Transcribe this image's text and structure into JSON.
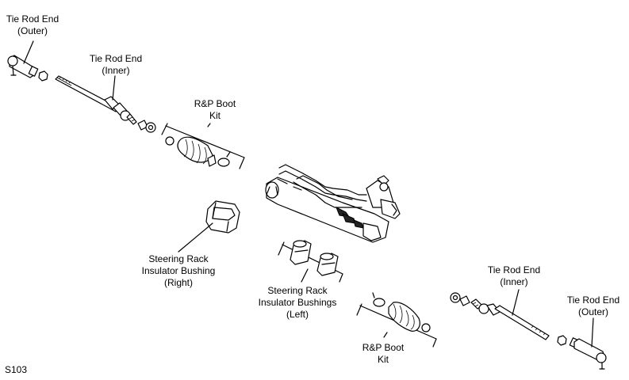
{
  "figure_code": "S103",
  "labels": {
    "tie_rod_end_outer_left": {
      "line1": "Tie Rod End",
      "line2": "(Outer)"
    },
    "tie_rod_end_inner_left": {
      "line1": "Tie Rod End",
      "line2": "(Inner)"
    },
    "rp_boot_kit_upper": {
      "line1": "R&P Boot",
      "line2": "Kit"
    },
    "insulator_bushing_right": {
      "line1": "Steering Rack",
      "line2": "Insulator Bushing",
      "line3": "(Right)"
    },
    "insulator_bushings_left": {
      "line1": "Steering Rack",
      "line2": "Insulator Bushings",
      "line3": "(Left)"
    },
    "rp_boot_kit_lower": {
      "line1": "R&P Boot",
      "line2": "Kit"
    },
    "tie_rod_end_inner_right": {
      "line1": "Tie Rod End",
      "line2": "(Inner)"
    },
    "tie_rod_end_outer_right": {
      "line1": "Tie Rod End",
      "line2": "(Outer)"
    }
  }
}
